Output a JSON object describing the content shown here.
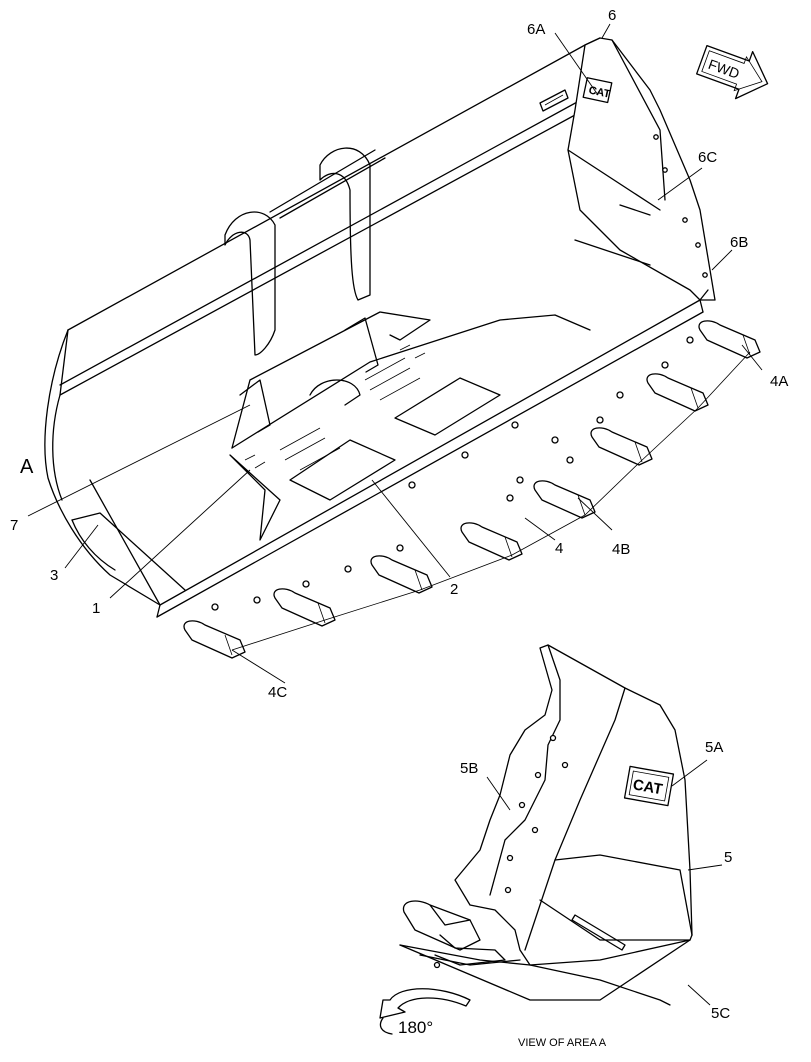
{
  "callouts": {
    "c6A": "6A",
    "c6": "6",
    "c6C": "6C",
    "c6B": "6B",
    "c4A": "4A",
    "c4B": "4B",
    "c4": "4",
    "c4C": "4C",
    "c2": "2",
    "c1": "1",
    "c3": "3",
    "c7": "7",
    "cA": "A",
    "c5A": "5A",
    "c5B": "5B",
    "c5": "5",
    "c5C": "5C"
  },
  "fwd_label": "FWD",
  "logo_text": "CAT",
  "rotation_label": "180°",
  "view_caption": "VIEW OF AREA A",
  "icons": {
    "fwd": "arrow-right-outline",
    "rotation": "curved-arrow-rotate",
    "logo": "cat-logo-plate"
  }
}
